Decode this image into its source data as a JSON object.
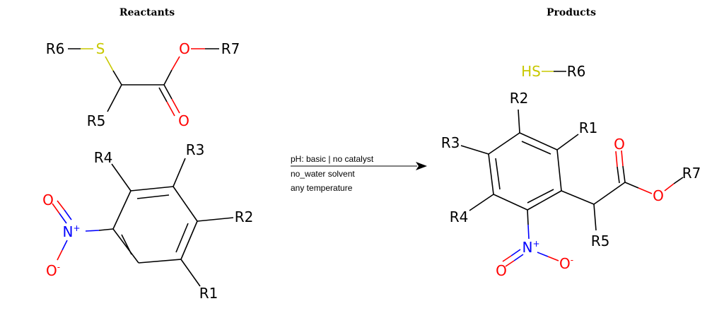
{
  "headers": {
    "reactants": "Reactants",
    "products": "Products"
  },
  "colors": {
    "carbon": "#000000",
    "sulfur": "#c8c800",
    "oxygen": "#ff0000",
    "nitrogen": "#0000ff"
  },
  "arrow": {
    "condition_1": "pH: basic | no catalyst",
    "condition_2": "no_water solvent",
    "condition_3": "any temperature"
  },
  "reactant1": {
    "r6": "R6",
    "s": "S",
    "o_ester": "O",
    "r7": "R7",
    "r5": "R5",
    "o_carbonyl": "O"
  },
  "reactant2": {
    "r4": "R4",
    "r3": "R3",
    "r2": "R2",
    "r1": "R1",
    "o_top": "O",
    "n": "N",
    "n_charge": "+",
    "o_bottom": "O",
    "o_charge": "-"
  },
  "product1": {
    "hs": "HS",
    "r6": "R6"
  },
  "product2": {
    "r2": "R2",
    "r1": "R1",
    "r3": "R3",
    "r4": "R4",
    "r5": "R5",
    "r7": "R7",
    "o_carbonyl": "O",
    "o_ester": "O",
    "n": "N",
    "n_charge": "+",
    "o_left": "O",
    "o_right": "O",
    "o_charge": "-"
  }
}
